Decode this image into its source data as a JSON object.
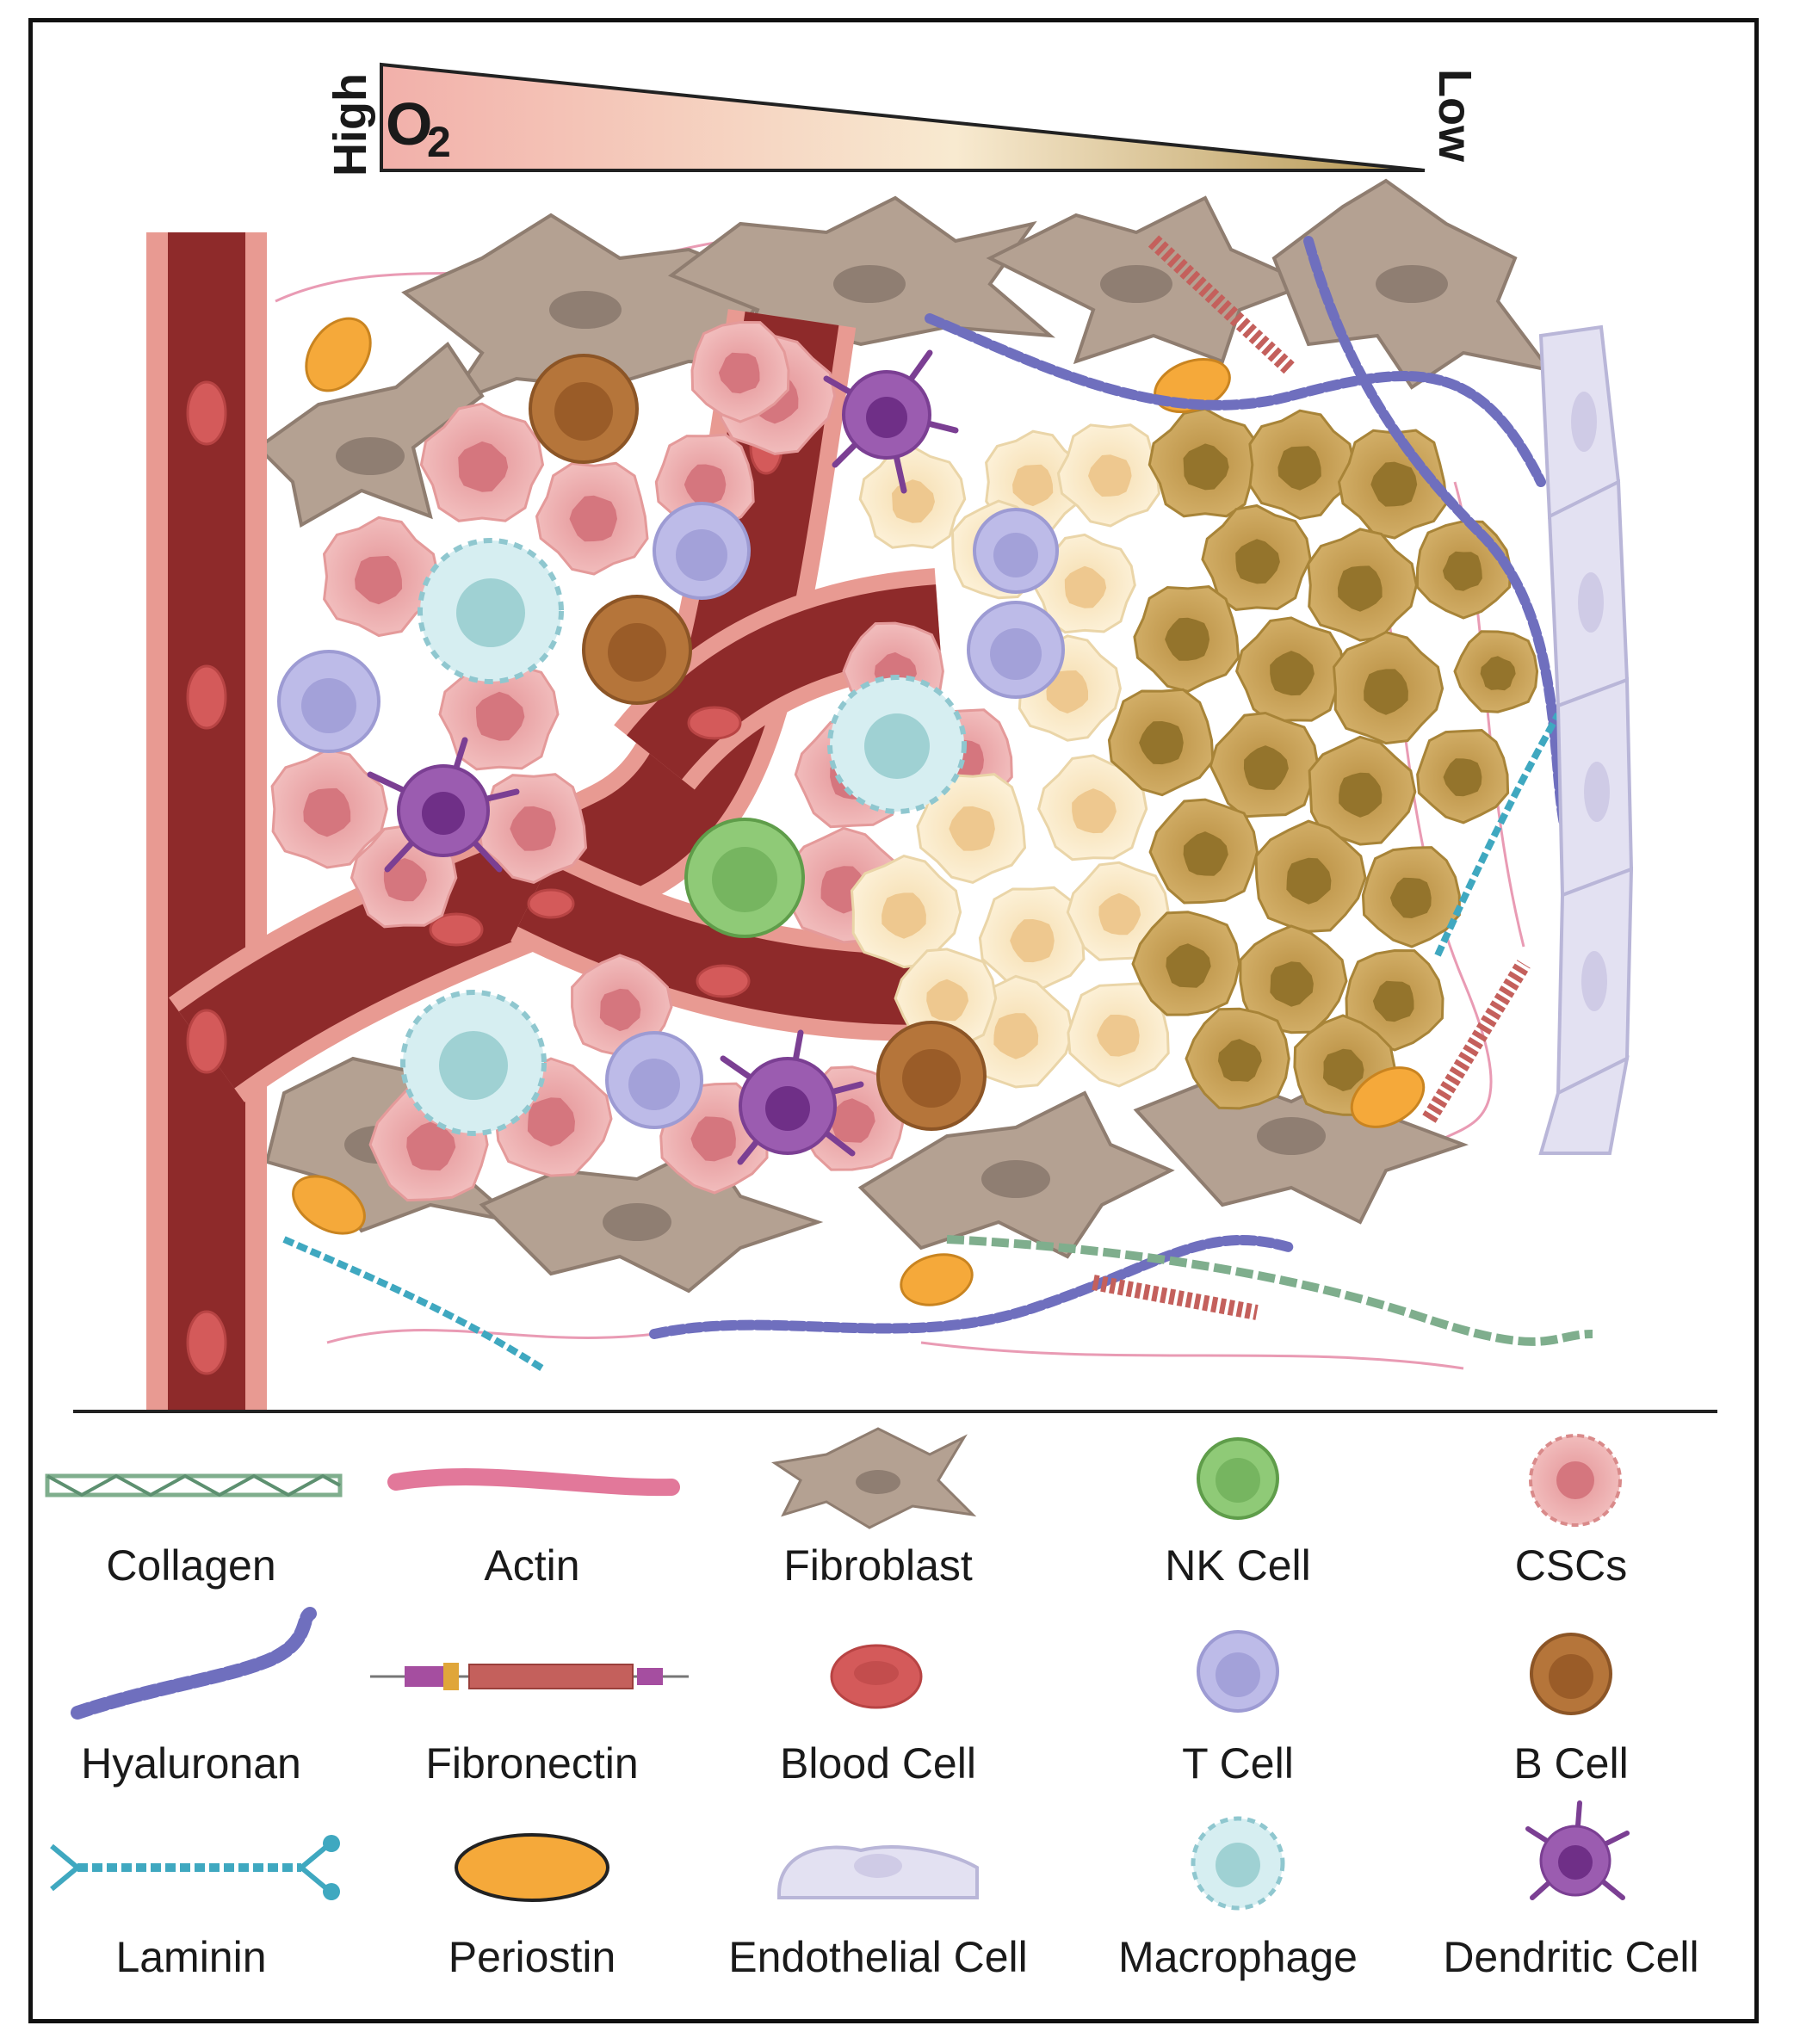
{
  "gradient": {
    "molecule": "O",
    "subscript": "2",
    "high_label": "High",
    "low_label": "Low",
    "colors": [
      "#f2b6b0",
      "#f7e8c8",
      "#b89a55"
    ]
  },
  "legend": [
    {
      "label": "Collagen",
      "icon": "collagen-icon"
    },
    {
      "label": "Actin",
      "icon": "actin-icon"
    },
    {
      "label": "Fibroblast",
      "icon": "fibroblast-icon"
    },
    {
      "label": "NK Cell",
      "icon": "nk-cell-icon"
    },
    {
      "label": "CSCs",
      "icon": "csc-icon"
    },
    {
      "label": "Hyaluronan",
      "icon": "hyaluronan-icon"
    },
    {
      "label": "Fibronectin",
      "icon": "fibronectin-icon"
    },
    {
      "label": "Blood Cell",
      "icon": "blood-cell-icon"
    },
    {
      "label": "T Cell",
      "icon": "t-cell-icon"
    },
    {
      "label": "B Cell",
      "icon": "b-cell-icon"
    },
    {
      "label": "Laminin",
      "icon": "laminin-icon"
    },
    {
      "label": "Periostin",
      "icon": "periostin-icon"
    },
    {
      "label": "Endothelial Cell",
      "icon": "endothelial-cell-icon"
    },
    {
      "label": "Macrophage",
      "icon": "macrophage-icon"
    },
    {
      "label": "Dendritic Cell",
      "icon": "dendritic-cell-icon"
    }
  ],
  "colors": {
    "vessel": "#8e2a2a",
    "vessel_wall": "#e89a92",
    "fibroblast": "#b5a294",
    "csc": "#eaa3a3",
    "hypoxic_cell": "#c49a4e",
    "pale_cell": "#f7e6bf",
    "t_cell": "#b8b6e6",
    "b_cell": "#b5753a",
    "nk_cell": "#8fca77",
    "macrophage": "#cde8ec",
    "dendritic": "#9b5cb0",
    "periostin": "#f5a93a",
    "hyaluronan": "#6f6fbe",
    "collagen": "#7fae8d",
    "laminin": "#3fa8c0",
    "actin": "#e2789a",
    "endothelial": "#dedcef"
  }
}
